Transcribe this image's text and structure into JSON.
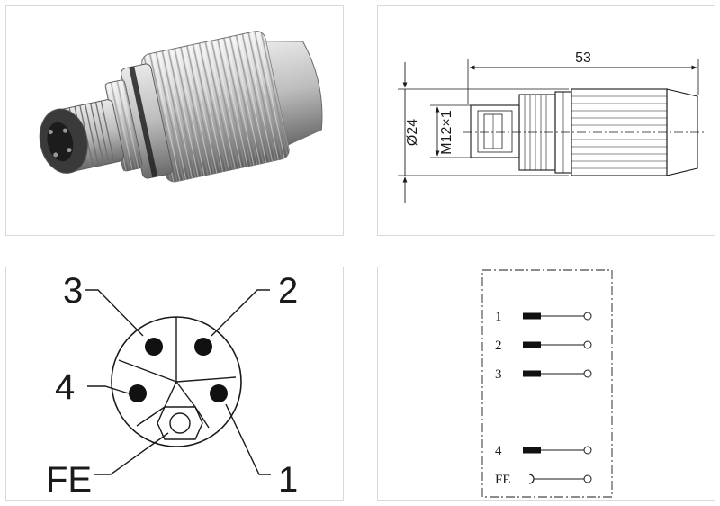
{
  "dimension_drawing": {
    "length": "53",
    "diameter": "Ø24",
    "thread": "M12×1"
  },
  "pinout": {
    "pins": [
      "1",
      "2",
      "3",
      "4"
    ],
    "ground": "FE"
  },
  "wiring": {
    "rows": [
      {
        "label": "1",
        "kind": "pin"
      },
      {
        "label": "2",
        "kind": "pin"
      },
      {
        "label": "3",
        "kind": "pin"
      },
      {
        "label": "4",
        "kind": "pin"
      },
      {
        "label": "FE",
        "kind": "ground"
      }
    ]
  },
  "colors": {
    "line": "#1a1a1a",
    "panel_border": "#d9d9d9",
    "metal_light": "#e6e6e6",
    "metal_dark": "#7a7a7a"
  }
}
